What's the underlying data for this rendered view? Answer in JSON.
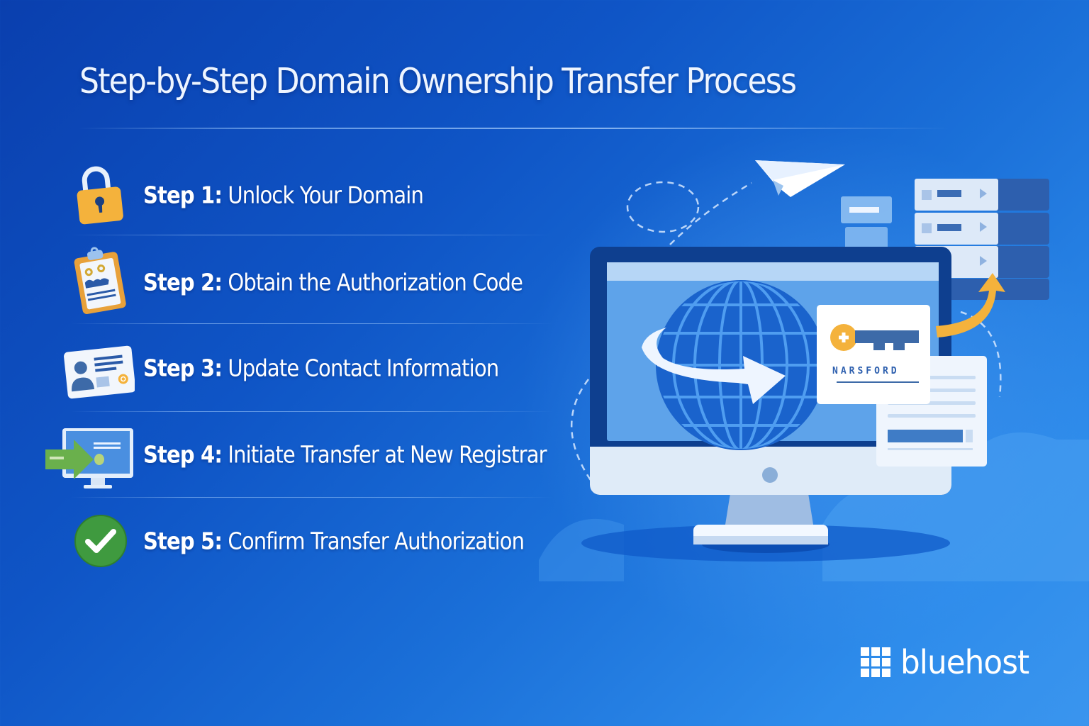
{
  "header": {
    "title": "Step-by-Step Domain Ownership Transfer Process"
  },
  "steps": [
    {
      "number": "Step 1:",
      "text": "Unlock Your Domain",
      "icon": "padlock-icon"
    },
    {
      "number": "Step 2:",
      "text": "Obtain the Authorization Code",
      "icon": "clipboard-icon"
    },
    {
      "number": "Step 3:",
      "text": "Update Contact Information",
      "icon": "contact-card-icon"
    },
    {
      "number": "Step 4:",
      "text": "Initiate Transfer at New Registrar",
      "icon": "monitor-transfer-icon"
    },
    {
      "number": "Step 5:",
      "text": "Confirm Transfer Authorization",
      "icon": "checkmark-icon"
    }
  ],
  "illustration": {
    "key_card_text": "NARSFORD",
    "elements": [
      "paper-plane-icon",
      "server-stack-icon",
      "monitor-icon",
      "globe-icon",
      "key-card",
      "document-card",
      "orange-arrow-icon"
    ]
  },
  "branding": {
    "logo_text": "bluehost",
    "logo_icon": "grid-logo-icon"
  },
  "colors": {
    "background_dark": "#0a3fae",
    "background_light": "#3a95ee",
    "accent_orange": "#f4b23c",
    "accent_green": "#4caf50",
    "text": "#ffffff"
  }
}
